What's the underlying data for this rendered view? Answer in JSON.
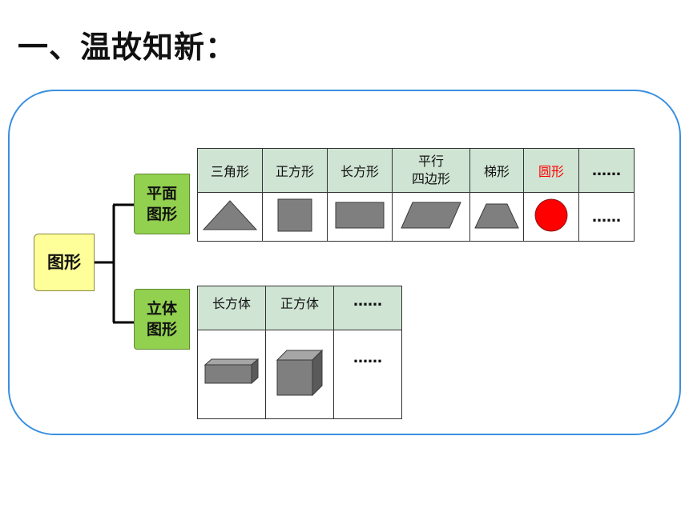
{
  "title": "一、温故知新：",
  "root": "图形",
  "branches": {
    "plane": {
      "line1": "平面",
      "line2": "图形"
    },
    "solid": {
      "line1": "立体",
      "line2": "图形"
    }
  },
  "plane_shapes": {
    "headers": [
      "三角形",
      "正方形",
      "长方形",
      "平行",
      "四边形",
      "梯形",
      "圆形",
      "……"
    ],
    "more": "……"
  },
  "solid_shapes": {
    "headers": [
      "长方体",
      "正方体",
      "……"
    ],
    "more": "……"
  },
  "colors": {
    "frame": "#3a8fe0",
    "root_fill": "#ffff99",
    "branch_fill": "#92d050",
    "header_fill": "#cfe4d3",
    "shape_gray": "#7f7f7f",
    "circle": "#ff0000"
  }
}
